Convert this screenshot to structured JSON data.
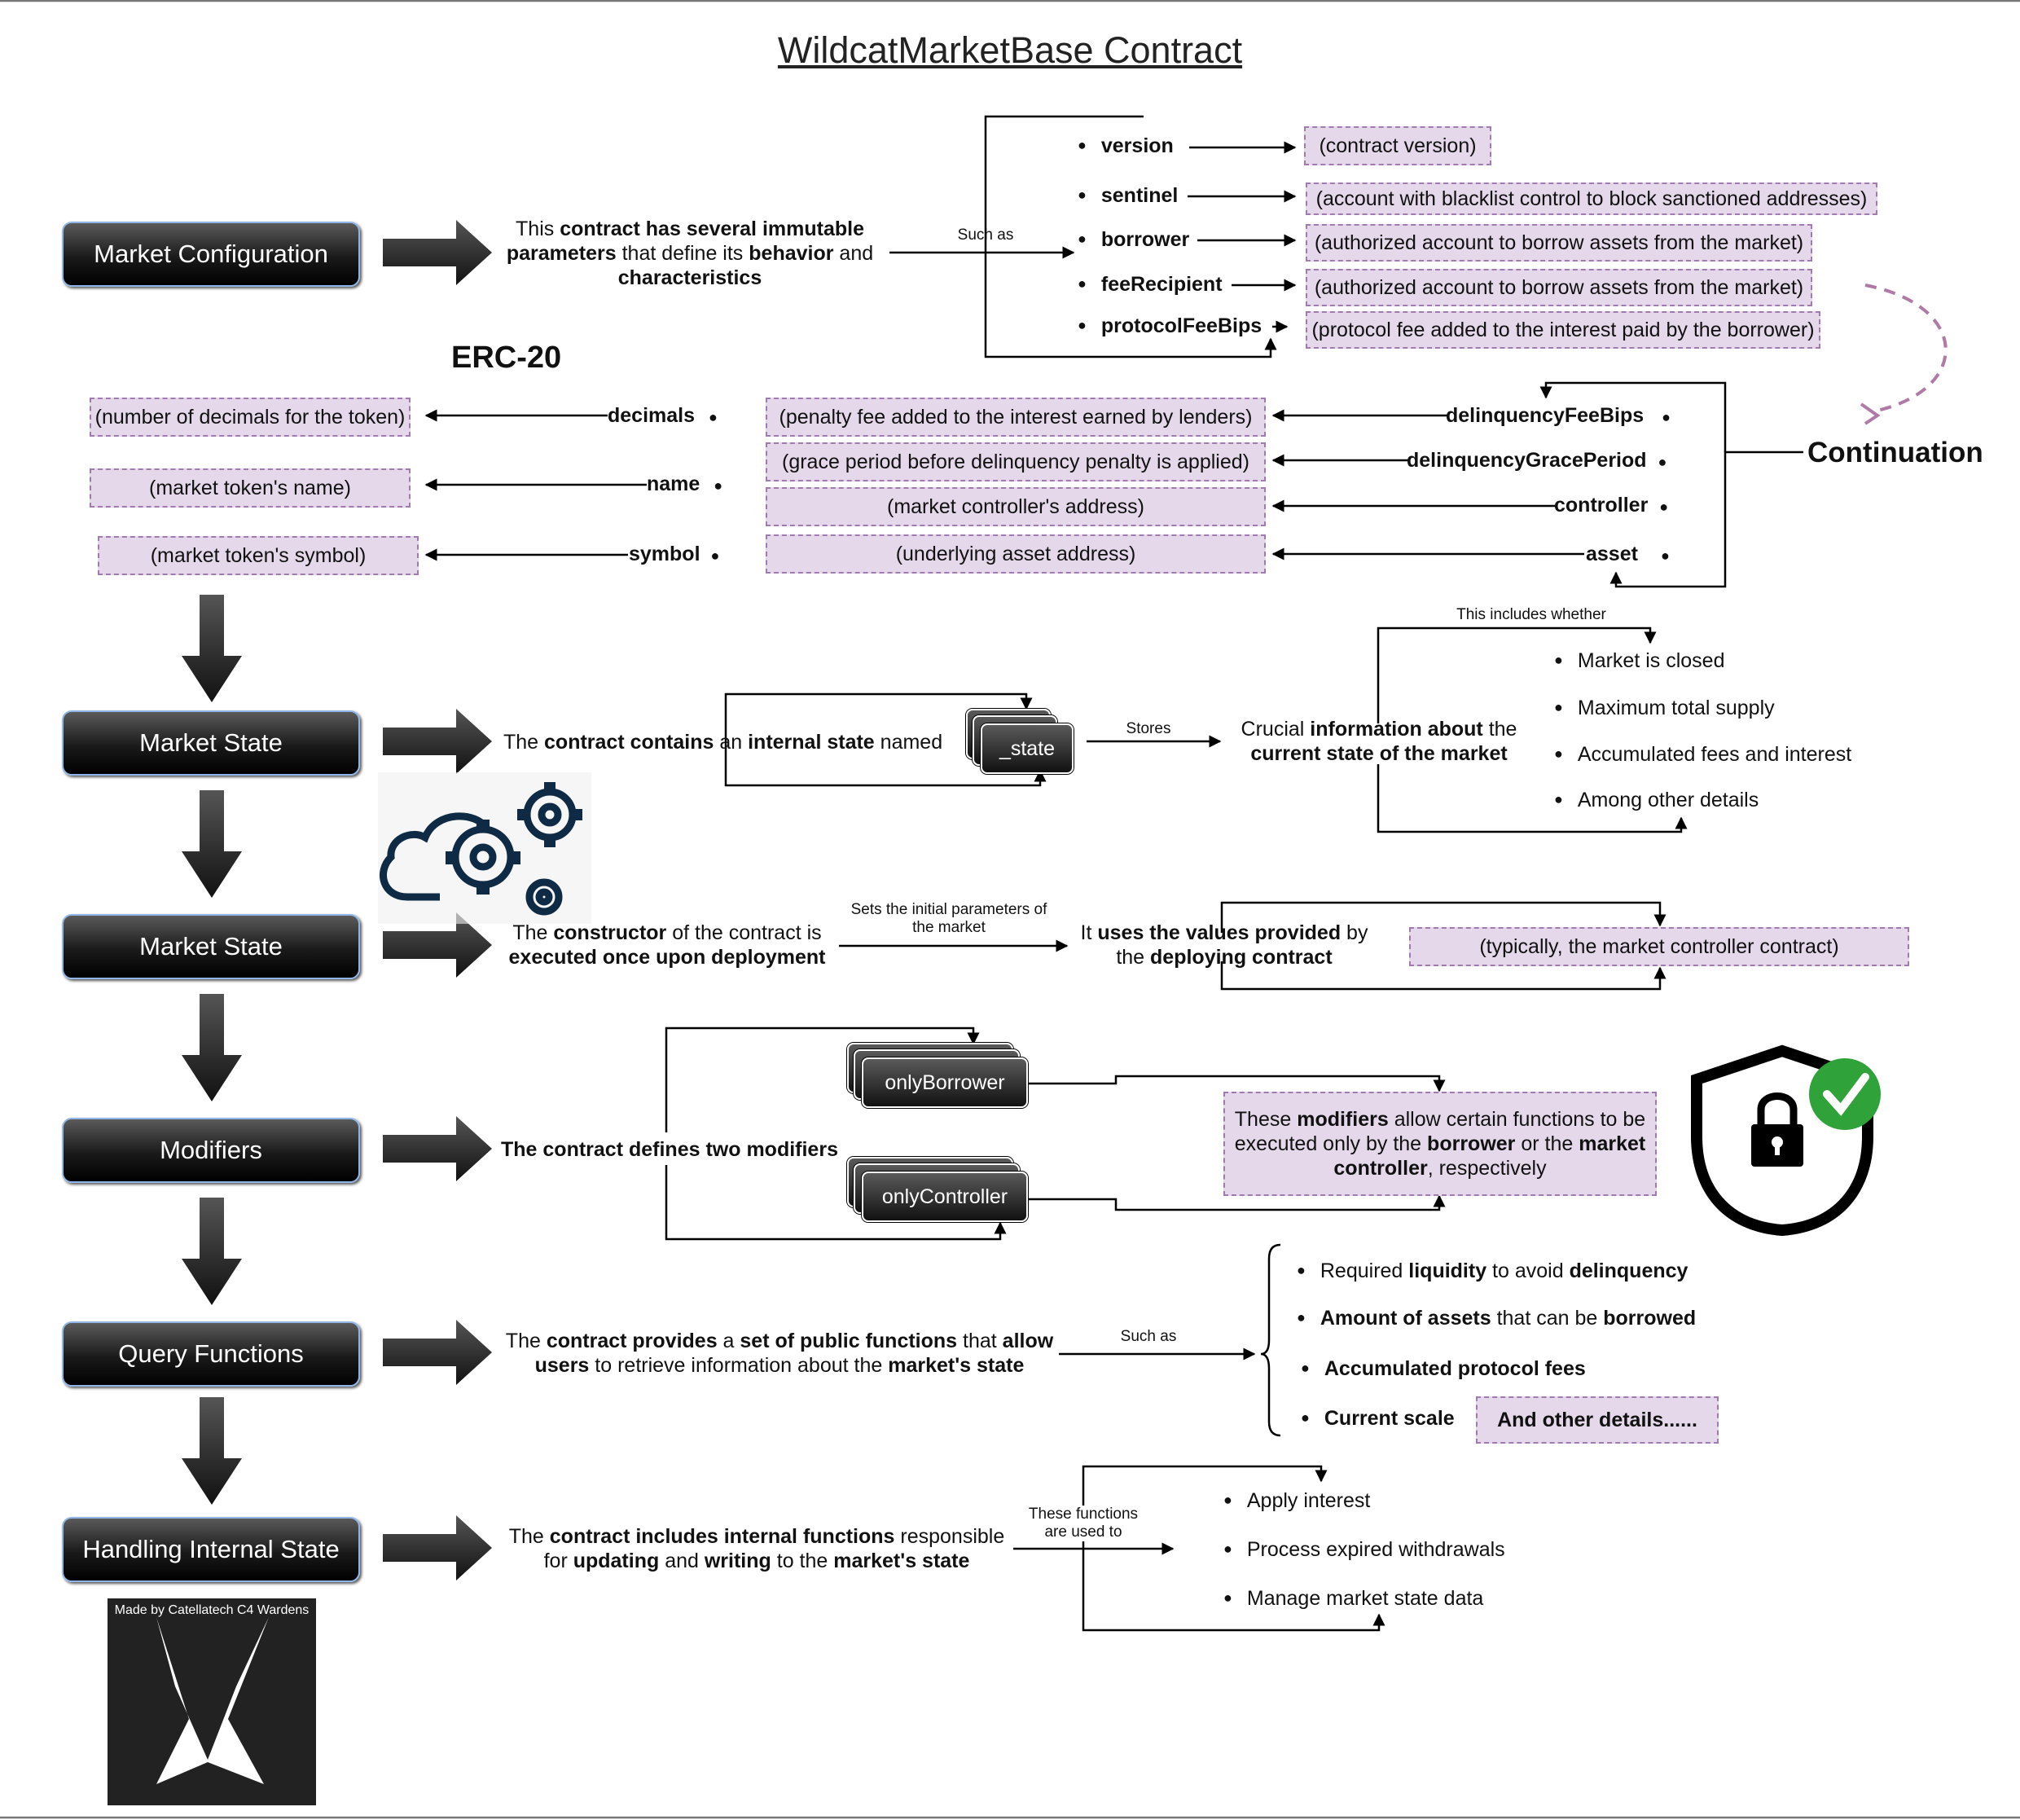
{
  "title": "WildcatMarketBase Contract",
  "sections": {
    "config": {
      "label": "Market Configuration",
      "text_parts": [
        "This ",
        "contract has several immutable",
        " ",
        "parameters",
        " that define its ",
        "behavior",
        " and ",
        "characteristics"
      ],
      "edge": "Such as",
      "params": [
        "version",
        "sentinel",
        "borrower",
        "feeRecipient",
        "protocolFeeBips"
      ],
      "descs": [
        "(contract version)",
        "(account with blacklist control to block sanctioned addresses)",
        "(authorized account to borrow assets from the market)",
        "(authorized account to borrow assets from the market)",
        "(protocol fee added to the interest paid by the borrower)"
      ]
    },
    "continuation": {
      "label": "Continuation",
      "params": [
        "delinquencyFeeBips",
        "delinquencyGracePeriod",
        "controller",
        "asset"
      ],
      "descs": [
        "(penalty fee added to the interest earned by lenders)",
        "(grace period before delinquency penalty is applied)",
        "(market controller's address)",
        "(underlying asset address)"
      ]
    },
    "erc20": {
      "label": "ERC-20",
      "params": [
        "decimals",
        "name",
        "symbol"
      ],
      "descs": [
        "(number of decimals for the token)",
        "(market token's name)",
        "(market token's symbol)"
      ]
    },
    "state": {
      "label": "Market State",
      "text_parts": [
        "The ",
        "contract contains",
        " an ",
        "internal state",
        " named"
      ],
      "stack": "_state",
      "edge": "Stores",
      "info_parts": [
        "Crucial ",
        "information about",
        " the ",
        "current state of the market"
      ],
      "includes": "This includes whether",
      "items": [
        "Market is closed",
        "Maximum total supply",
        "Accumulated fees and interest",
        "Among other details"
      ]
    },
    "constructor": {
      "label": "Market State",
      "text_parts": [
        "The ",
        "constructor",
        " of the contract is ",
        "executed once upon deployment"
      ],
      "edge_line1": "Sets the initial parameters of",
      "edge_line2": "the market",
      "uses_parts": [
        "It ",
        "uses the values provided",
        " by ",
        "the ",
        "deploying contract"
      ],
      "pill": "(typically, the market controller contract)"
    },
    "modifiers": {
      "label": "Modifiers",
      "text": "The contract defines two modifiers",
      "stack1": "onlyBorrower",
      "stack2": "onlyController",
      "desc_parts": [
        "These ",
        "modifiers",
        " allow certain functions to be executed only by the ",
        "borrower",
        " or the ",
        "market controller",
        ", respectively"
      ]
    },
    "query": {
      "label": "Query Functions",
      "text_parts": [
        "The ",
        "contract provides",
        " a ",
        "set of public functions",
        " that ",
        "allow users",
        " to retrieve information about the ",
        "market's state"
      ],
      "edge": "Such as",
      "items": [
        [
          "Required ",
          "liquidity",
          " to avoid ",
          "delinquency"
        ],
        [
          "",
          "Amount of assets",
          " that can be ",
          "borrowed"
        ],
        [
          "",
          "Accumulated protocol fees",
          "",
          ""
        ],
        [
          "",
          "Current scale",
          "",
          ""
        ]
      ],
      "pill": "And other details......"
    },
    "internal": {
      "label": "Handling Internal State",
      "text_parts": [
        "The ",
        "contract includes internal functions",
        " responsible for ",
        "updating",
        " and ",
        "writing",
        " to the ",
        "market's state"
      ],
      "edge_line1": "These functions",
      "edge_line2": "are used to",
      "items": [
        "Apply interest",
        "Process expired withdrawals",
        "Manage market state data"
      ]
    }
  },
  "badge": "Made by Catellatech C4 Wardens",
  "icons": [
    "cloud-gears-icon",
    "shield-lock-icon",
    "checkmark-icon",
    "logo-icon"
  ],
  "colors": {
    "pill_fill": "#e4d8ea",
    "pill_border": "#a07cae",
    "box_border": "#8fb6e6",
    "check_green": "#2fa23a"
  }
}
